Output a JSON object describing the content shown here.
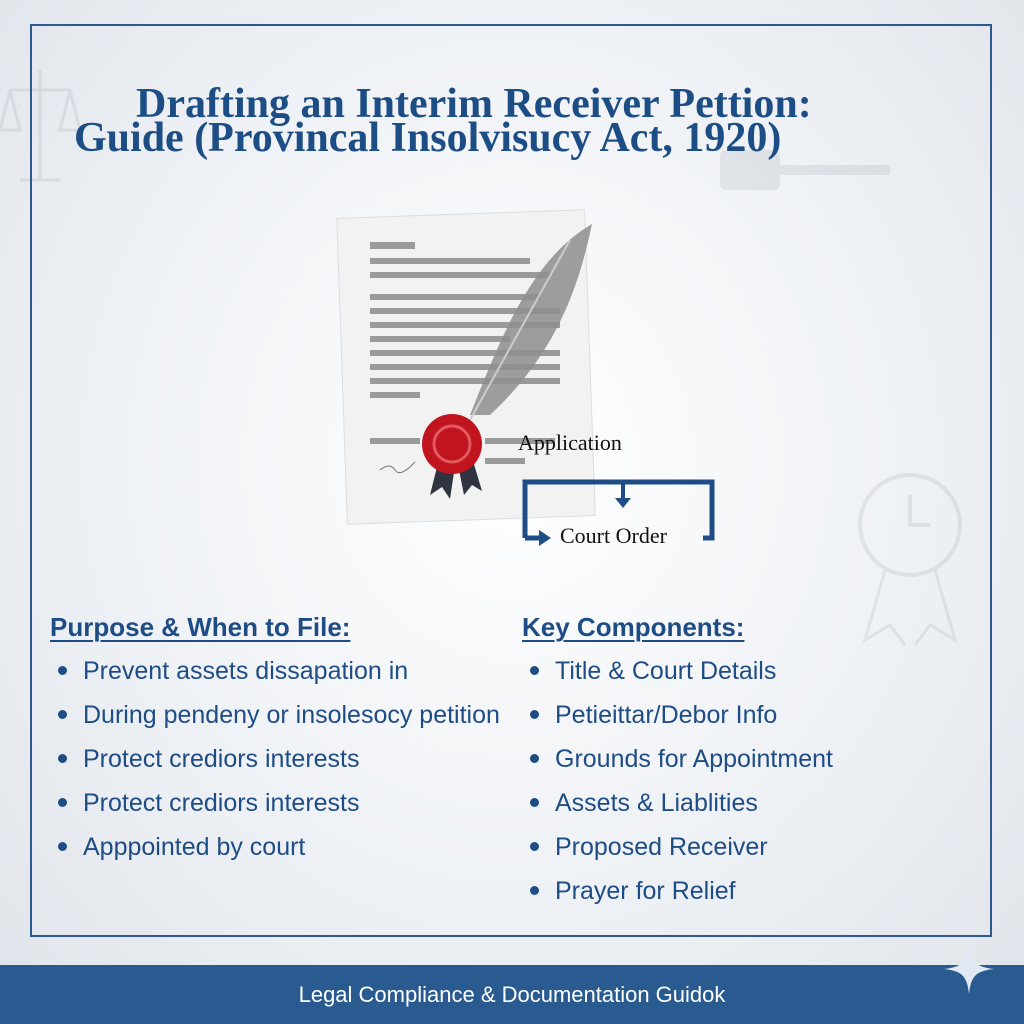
{
  "title": {
    "line1": "Drafting an Interim Receiver Pettion:",
    "line2": "Guide (Provincal Insolvisucy Act, 1920)"
  },
  "flow": {
    "step1": "Application",
    "step2": "Court Order"
  },
  "purpose": {
    "heading": "Purpose & When to File:",
    "items": [
      "Prevent assets dissapation in",
      "During pendeny or insolesocy petition",
      "Protect crediors interests",
      "Protect crediors interests",
      "Apppointed by court"
    ]
  },
  "components": {
    "heading": "Key Components:",
    "items": [
      "Title & Court Details",
      "Petieittar/Debor Info",
      "Grounds for Appointment",
      "Assets & Liablities",
      "Proposed Receiver",
      "Prayer for Relief"
    ]
  },
  "footer": "Legal Compliance & Documentation Guidok",
  "colors": {
    "primary": "#1e4c84",
    "footer": "#2a5b90",
    "seal": "#c0151f"
  }
}
